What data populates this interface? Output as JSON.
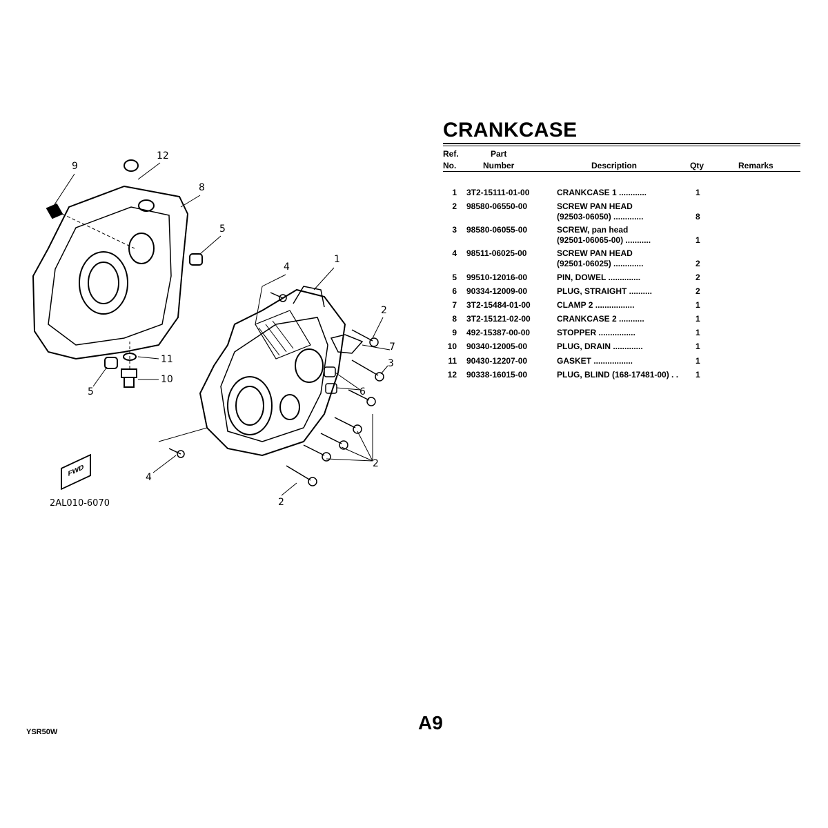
{
  "title": "CRANKCASE",
  "table": {
    "headers": {
      "ref_top": "Ref.",
      "ref_bottom": "No.",
      "part_top": "Part",
      "part_bottom": "Number",
      "description": "Description",
      "qty": "Qty",
      "remarks": "Remarks"
    },
    "rows": [
      {
        "ref": "1",
        "part": "3T2-15111-01-00",
        "desc": [
          "CRANKCASE 1 ............"
        ],
        "qty": "1"
      },
      {
        "ref": "2",
        "part": "98580-06550-00",
        "desc": [
          "SCREW PAN HEAD",
          "(92503-06050) ............."
        ],
        "qty": "8"
      },
      {
        "ref": "3",
        "part": "98580-06055-00",
        "desc": [
          "SCREW, pan head",
          "(92501-06065-00) ..........."
        ],
        "qty": "1"
      },
      {
        "ref": "4",
        "part": "98511-06025-00",
        "desc": [
          "SCREW PAN HEAD",
          "(92501-06025) ............."
        ],
        "qty": "2"
      },
      {
        "ref": "5",
        "part": "99510-12016-00",
        "desc": [
          "PIN, DOWEL .............."
        ],
        "qty": "2"
      },
      {
        "ref": "6",
        "part": "90334-12009-00",
        "desc": [
          "PLUG, STRAIGHT .........."
        ],
        "qty": "2"
      },
      {
        "ref": "7",
        "part": "3T2-15484-01-00",
        "desc": [
          "CLAMP 2 ................."
        ],
        "qty": "1"
      },
      {
        "ref": "8",
        "part": "3T2-15121-02-00",
        "desc": [
          "CRANKCASE 2 ..........."
        ],
        "qty": "1"
      },
      {
        "ref": "9",
        "part": "492-15387-00-00",
        "desc": [
          "STOPPER ................"
        ],
        "qty": "1"
      },
      {
        "ref": "10",
        "part": "90340-12005-00",
        "desc": [
          "PLUG, DRAIN ............."
        ],
        "qty": "1"
      },
      {
        "ref": "11",
        "part": "90430-12207-00",
        "desc": [
          "GASKET ................."
        ],
        "qty": "1"
      },
      {
        "ref": "12",
        "part": "90338-16015-00",
        "desc": [
          "PLUG, BLIND (168-17481-00) . ."
        ],
        "qty": "1"
      }
    ]
  },
  "diagram": {
    "callouts": [
      "12",
      "9",
      "8",
      "5",
      "4",
      "1",
      "2",
      "7",
      "3",
      "6",
      "11",
      "10",
      "5",
      "2",
      "4",
      "2"
    ],
    "drawing_code": "2AL010-6070",
    "fwd_label": "FWD"
  },
  "footer": {
    "model": "YSR50W",
    "page": "A9"
  }
}
